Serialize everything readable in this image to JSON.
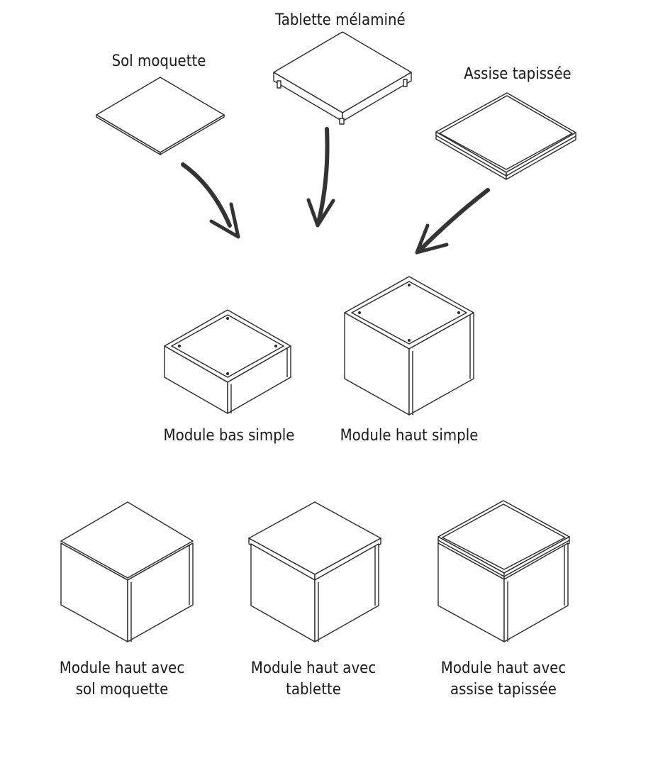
{
  "components": {
    "carpet": "Sol moquette",
    "shelf": "Tablette mélaminé",
    "seat": "Assise tapissée"
  },
  "modules": {
    "low": "Module bas simple",
    "high": "Module haut simple"
  },
  "assemblies": [
    {
      "line1": "Module haut avec",
      "line2": "sol moquette"
    },
    {
      "line1": "Module haut avec",
      "line2": "tablette"
    },
    {
      "line1": "Module haut avec",
      "line2": "assise tapissée"
    }
  ],
  "colors": {
    "stroke": "#2a2a2a",
    "arrow": "#333333"
  }
}
